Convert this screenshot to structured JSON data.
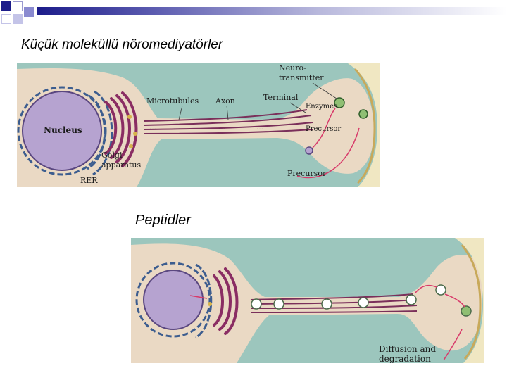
{
  "slide": {
    "title": "Küçük moleküllü nöromediyatörler",
    "subtitle": "Peptidler"
  },
  "figure_small_molecule": {
    "labels": {
      "nucleus": "Nucleus",
      "microtubules": "Microtubules",
      "axon": "Axon",
      "terminal": "Terminal",
      "neurotransmitter_line1": "Neuro-",
      "neurotransmitter_line2": "transmitter",
      "enzymes": "Enzymes",
      "precursor_terminal": "Precursor",
      "precursor_outside": "Precursor",
      "golgi_line1": "Golgi",
      "golgi_line2": "apparatus",
      "rer": "RER"
    }
  },
  "figure_peptides": {
    "labels": {
      "diffusion_line1": "Diffusion and",
      "diffusion_line2": "degradation"
    }
  },
  "colors": {
    "accent": "#1c1c8a",
    "background_cell": "#9cc6bd",
    "cell": "#ead9c4",
    "nucleus": "#b6a3d0",
    "golgi": "#8a2d63",
    "postsynaptic": "#f0e7c2"
  }
}
